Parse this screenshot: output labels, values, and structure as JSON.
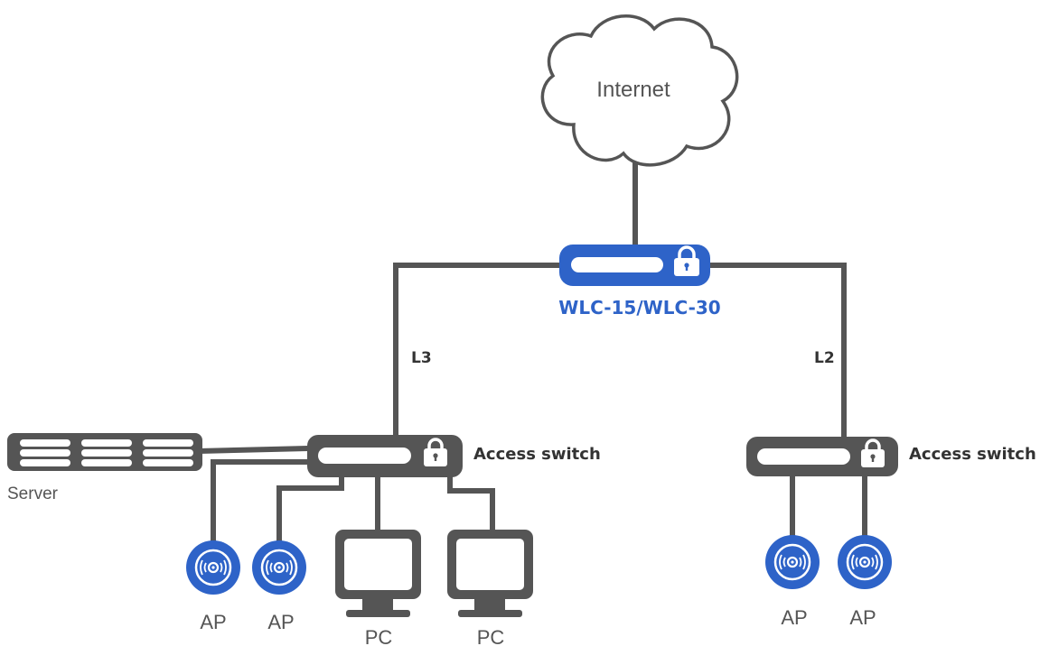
{
  "cloud": {
    "label": "Internet"
  },
  "controller": {
    "label": "WLC-15/WLC-30"
  },
  "links": {
    "left": "L3",
    "right": "L2"
  },
  "left_switch": {
    "label": "Access switch"
  },
  "right_switch": {
    "label": "Access switch"
  },
  "server": {
    "label": "Server"
  },
  "left_devices": [
    {
      "label": "AP",
      "icon": "access-point-icon"
    },
    {
      "label": "AP",
      "icon": "access-point-icon"
    },
    {
      "label": "PC",
      "icon": "pc-monitor-icon"
    },
    {
      "label": "PC",
      "icon": "pc-monitor-icon"
    }
  ],
  "right_devices": [
    {
      "label": "AP",
      "icon": "access-point-icon"
    },
    {
      "label": "AP",
      "icon": "access-point-icon"
    }
  ],
  "colors": {
    "device_gray": "#555555",
    "accent_blue": "#2e63c8",
    "line_gray": "#555555"
  }
}
